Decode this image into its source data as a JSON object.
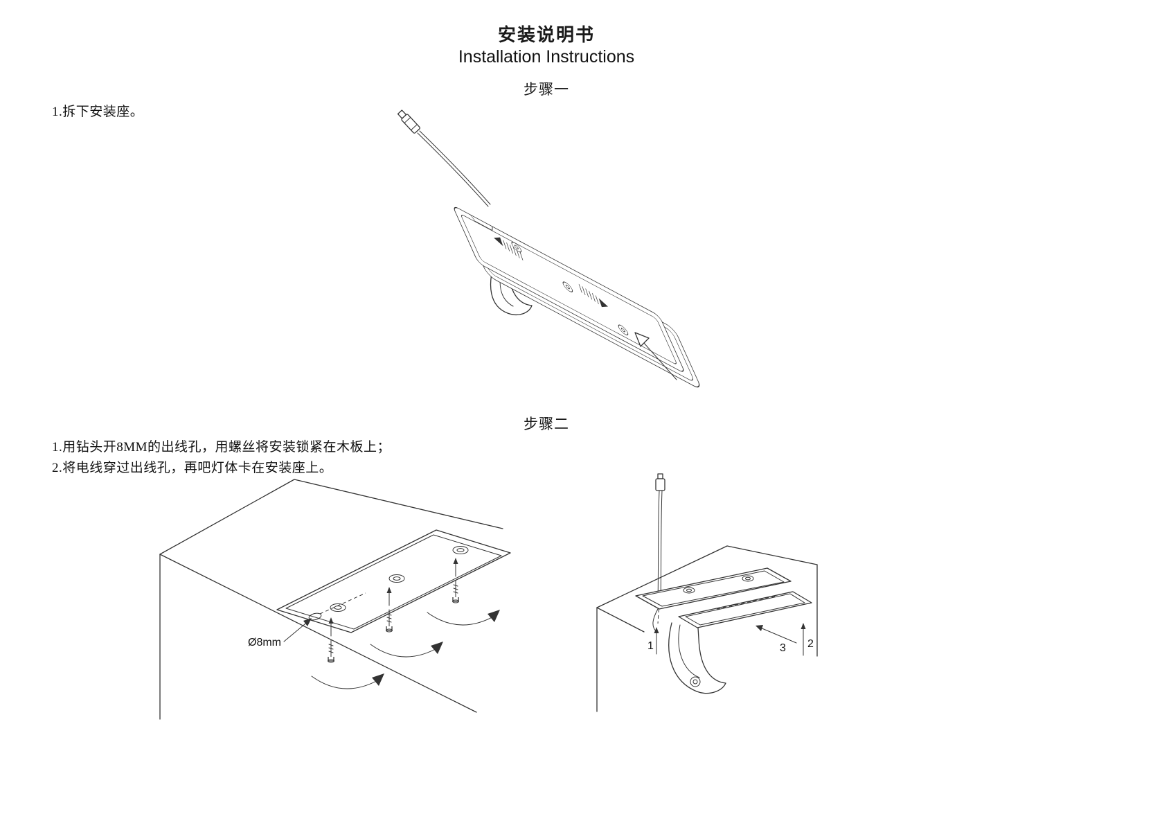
{
  "header": {
    "title_cn": "安装说明书",
    "title_en": "Installation Instructions"
  },
  "step1": {
    "heading": "步骤一",
    "instruction": "1.拆下安装座。"
  },
  "step2": {
    "heading": "步骤二",
    "line1": "1.用钻头开8MM的出线孔，用螺丝将安装锁紧在木板上；",
    "line2": "2.将电线穿过出线孔，再吧灯体卡在安装座上。"
  },
  "figure2": {
    "hole_label": "Ø8mm"
  },
  "figure3": {
    "n1": "1",
    "n2": "2",
    "n3": "3"
  },
  "colors": {
    "line": "#333333",
    "background": "#ffffff"
  }
}
